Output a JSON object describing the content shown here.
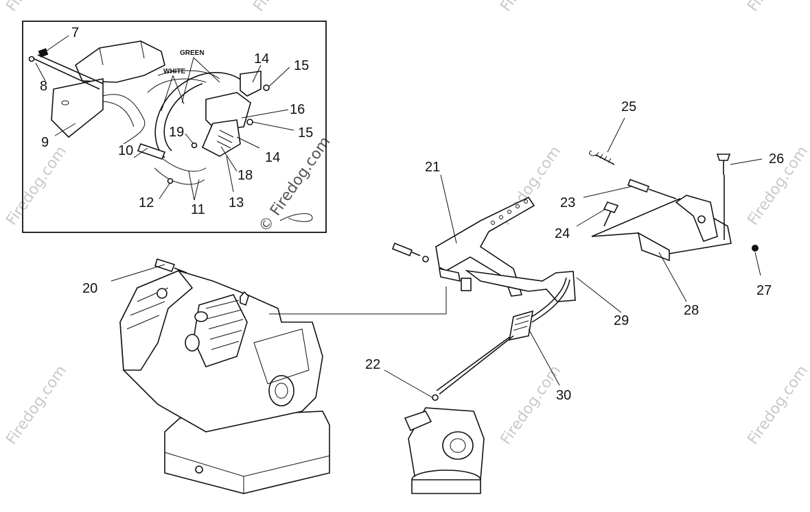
{
  "diagram": {
    "callouts": [
      "7",
      "8",
      "9",
      "10",
      "11",
      "12",
      "13",
      "14",
      "14",
      "15",
      "15",
      "16",
      "18",
      "19",
      "20",
      "21",
      "22",
      "23",
      "24",
      "25",
      "26",
      "27",
      "28",
      "29",
      "30"
    ],
    "wire_labels": {
      "green": "GREEN",
      "white": "WHITE"
    },
    "watermark": "Firedog.com",
    "watermark_main": "© Firedog.com"
  }
}
